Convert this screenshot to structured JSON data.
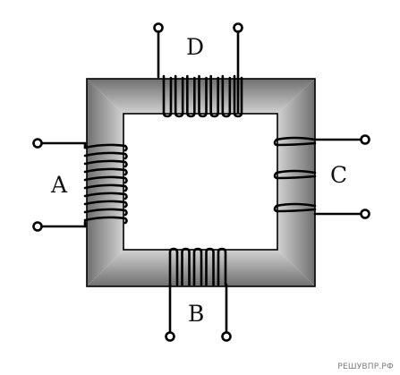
{
  "diagram": {
    "coils": [
      {
        "id": "A",
        "label": "A",
        "core_side": "left",
        "turns": 10
      },
      {
        "id": "B",
        "label": "B",
        "core_side": "bottom",
        "turns": 5
      },
      {
        "id": "C",
        "label": "C",
        "core_side": "right",
        "turns": 3
      },
      {
        "id": "D",
        "label": "D",
        "core_side": "top",
        "turns": 7
      }
    ],
    "colors": {
      "core_outer": "#6f6f6f",
      "core_inner": "#cfcfcf",
      "wire": "#000000",
      "watermark": "#7a7a7a"
    }
  },
  "watermark": "РЕШУВПР.РФ"
}
